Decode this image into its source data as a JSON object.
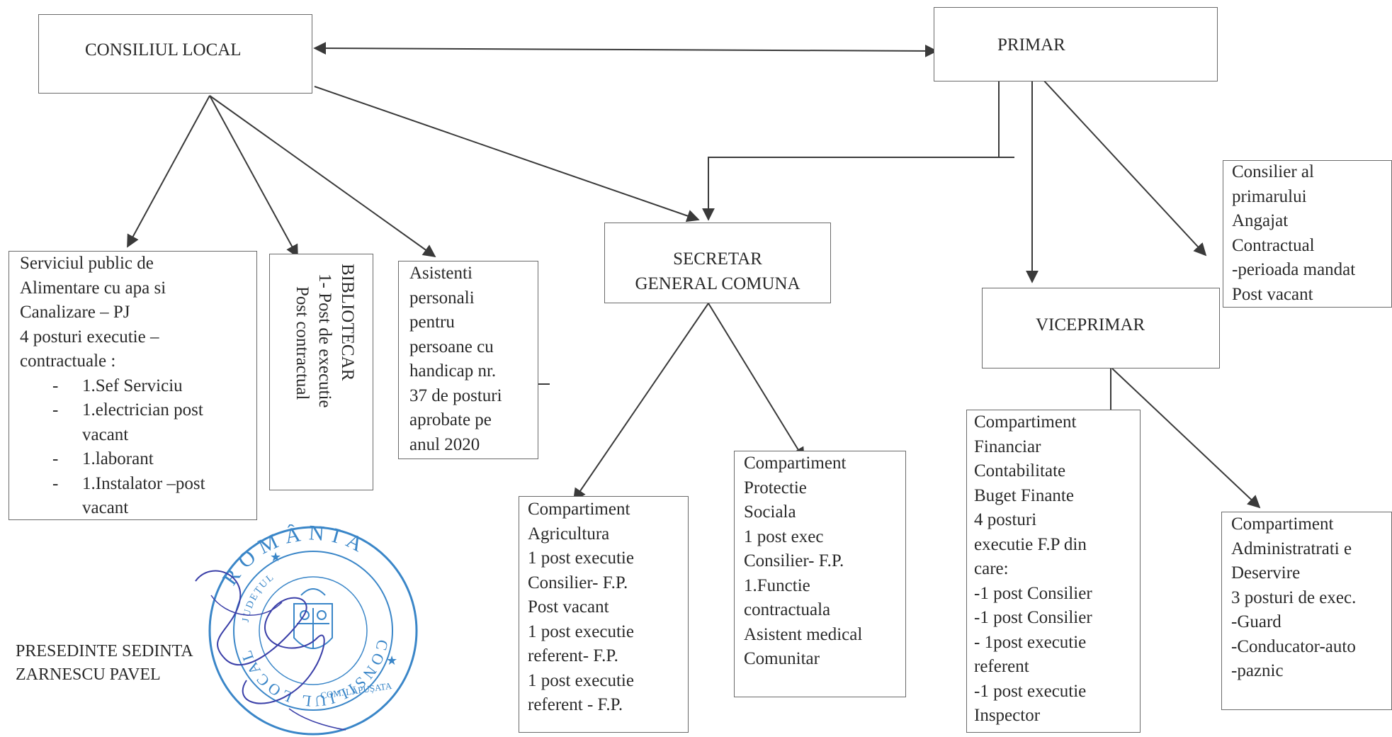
{
  "boxes": {
    "consiliu": "CONSILIUL LOCAL",
    "primar": "PRIMAR",
    "secretar": [
      "SECRETAR",
      "GENERAL COMUNA"
    ],
    "viceprimar": "VICEPRIMAR",
    "serviciu": [
      "Serviciul public de",
      "Alimentare  cu apa  si",
      "Canalizare – PJ",
      " 4 posturi executie –",
      "contractuale :",
      "1.Sef  Serviciu",
      "1.electrician post",
      "vacant",
      "1.laborant",
      "1.Instalator –post",
      "vacant"
    ],
    "serviciu_bullet": "-",
    "biblioteca": [
      "BIBLIOTECAR",
      "1-   Post  de executie",
      "Post  contractual"
    ],
    "asistenti": [
      "Asistenti",
      "personali",
      "pentru",
      "persoane cu",
      "handicap nr.",
      "37 de posturi",
      "aprobate pe",
      "anul 2020"
    ],
    "consilier_primar": [
      "Consilier al",
      "primarului",
      "Angajat",
      "Contractual",
      "-perioada mandat",
      "Post vacant"
    ],
    "agricultura": [
      "Compartiment",
      "Agricultura",
      "1 post executie",
      "Consilier- F.P.",
      "Post vacant",
      "1 post executie",
      "referent- F.P.",
      "1 post executie",
      "referent - F.P."
    ],
    "protectie": [
      "Compartiment",
      "Protectie",
      "Sociala",
      "1 post  exec",
      "Consilier- F.P.",
      "1.Functie",
      "contractuala",
      "Asistent  medical",
      "Comunitar"
    ],
    "financiar": [
      "Compartiment",
      "Financiar",
      "Contabilitate",
      "Buget Finante",
      "4  posturi",
      "executie F.P din",
      "care:",
      "-1  post Consilier",
      "-1 post Consilier",
      "- 1post executie",
      "referent",
      "-1 post executie",
      "Inspector"
    ],
    "administratie": [
      "Compartiment",
      "Administratrati e",
      "Deservire",
      "3 posturi de exec.",
      "-Guard",
      "-Conducator-auto",
      "-paznic"
    ]
  },
  "signature": [
    "PRESEDINTE SEDINTA",
    "ZARNESCU PAVEL"
  ],
  "stamp": {
    "outer_text": "ROMÂNIA",
    "inner_text": "CONSILIUL LOCAL",
    "county_text": "JUDEȚUL",
    "commune_text": "COM. LĂPUȘATA",
    "color": "#3a86c8"
  },
  "colors": {
    "line": "#3a3a3a",
    "border": "#6a6a6a",
    "text": "#2a2a2a"
  }
}
